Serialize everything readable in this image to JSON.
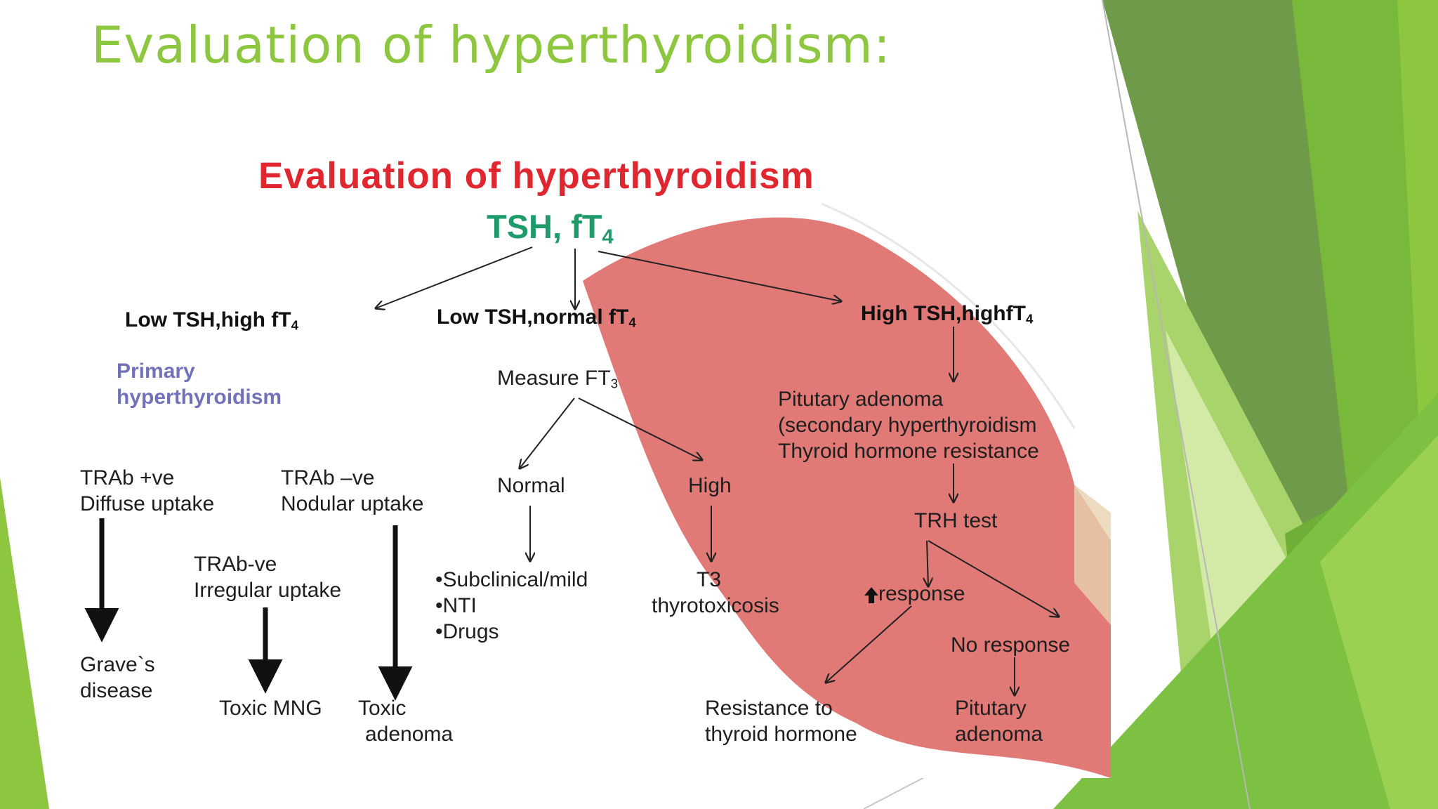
{
  "slide": {
    "title": "Evaluation of hyperthyroidism:"
  },
  "colors": {
    "accent_green": "#8dc63f",
    "chart_title_red": "#e0262f",
    "tsh_green": "#1f9a6a",
    "primary_purple": "#7272bb",
    "thyroid_pink": "#d9534f"
  },
  "diagram": {
    "title": "Evaluation of hyperthyroidism",
    "root": {
      "text": "TSH, fT",
      "sub": "4"
    },
    "branches": {
      "low_high": {
        "text": "Low TSH,high fT",
        "sub": "4"
      },
      "low_normal": {
        "text": "Low TSH,normal fT",
        "sub": "4"
      },
      "high_high": {
        "text": "High TSH,highfT",
        "sub": "4"
      }
    },
    "primary": {
      "line1": "Primary",
      "line2": "hyperthyroidism"
    },
    "trab_pos": {
      "line1": "TRAb +ve",
      "line2": "Diffuse uptake"
    },
    "trab_neg_nodular": {
      "line1": "TRAb –ve",
      "line2": "Nodular uptake"
    },
    "trab_neg_irregular": {
      "line1": "TRAb-ve",
      "line2": "Irregular uptake"
    },
    "graves": {
      "line1": "Grave`s",
      "line2": "disease"
    },
    "toxic_mng": "Toxic MNG",
    "toxic_adenoma": {
      "line1": "Toxic",
      "line2": "adenoma"
    },
    "measure": {
      "text": "Measure FT",
      "sub": "3"
    },
    "normal": "Normal",
    "high": "High",
    "normal_causes": [
      "•Subclinical/mild",
      "•NTI",
      "•Drugs"
    ],
    "t3_tox": {
      "line1": "T3",
      "line2": "thyrotoxicosis"
    },
    "pituitary_block": {
      "line1": "Pitutary adenoma",
      "line2": "(secondary hyperthyroidism",
      "line3": "Thyroid hormone resistance"
    },
    "trh_test": "TRH test",
    "response": "response",
    "no_response": "No response",
    "resistance": {
      "line1": "Resistance to",
      "line2": "thyroid hormone"
    },
    "pituitary_final": {
      "line1": "Pitutary",
      "line2": "adenoma"
    }
  }
}
